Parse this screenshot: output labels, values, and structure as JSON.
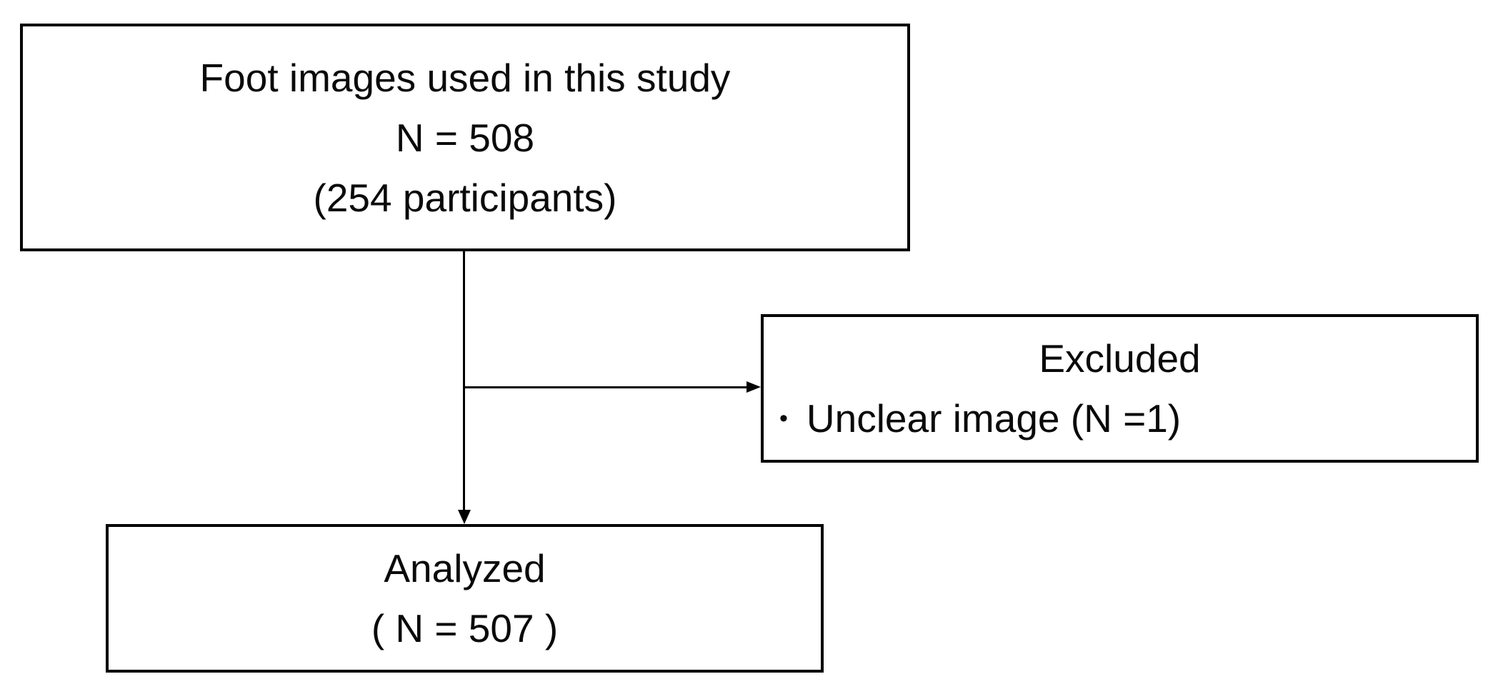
{
  "flowchart": {
    "source_box": {
      "line1": "Foot images used in this study",
      "line2": "N = 508",
      "line3": "(254 participants)"
    },
    "excluded_box": {
      "title": "Excluded",
      "bullet": "•",
      "item": "Unclear image (N =1)"
    },
    "analyzed_box": {
      "line1": "Analyzed",
      "line2": "( N = 507 )"
    },
    "colors": {
      "background": "#ffffff",
      "border": "#000000",
      "text": "#0a0a0a",
      "connector": "#000000"
    }
  }
}
